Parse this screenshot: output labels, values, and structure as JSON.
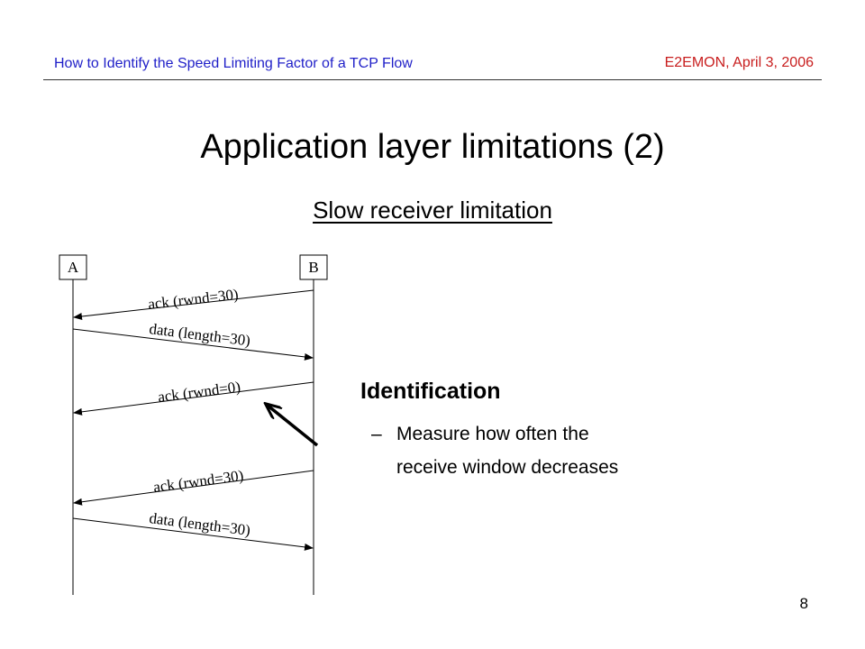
{
  "header": {
    "left_title": "How to Identify the Speed Limiting Factor of a TCP Flow",
    "right_title": "E2EMON, April 3, 2006"
  },
  "slide": {
    "title": "Application layer limitations (2)",
    "subtitle": "Slow receiver limitation",
    "page_number": "8"
  },
  "diagram": {
    "node_a": "A",
    "node_b": "B",
    "messages": [
      {
        "label": "ack (rwnd=30)",
        "direction": "B-to-A"
      },
      {
        "label": "data (length=30)",
        "direction": "A-to-B"
      },
      {
        "label": "ack (rwnd=0)",
        "direction": "B-to-A",
        "highlighted": true
      },
      {
        "label": "ack (rwnd=30)",
        "direction": "B-to-A"
      },
      {
        "label": "data (length=30)",
        "direction": "A-to-B"
      }
    ]
  },
  "identification": {
    "heading": "Identification",
    "bullet_dash": "–",
    "bullet_line1": "Measure how often the",
    "bullet_line2": "receive window decreases"
  },
  "colors": {
    "header_left": "#1f1fc8",
    "header_right": "#c81e1e"
  }
}
